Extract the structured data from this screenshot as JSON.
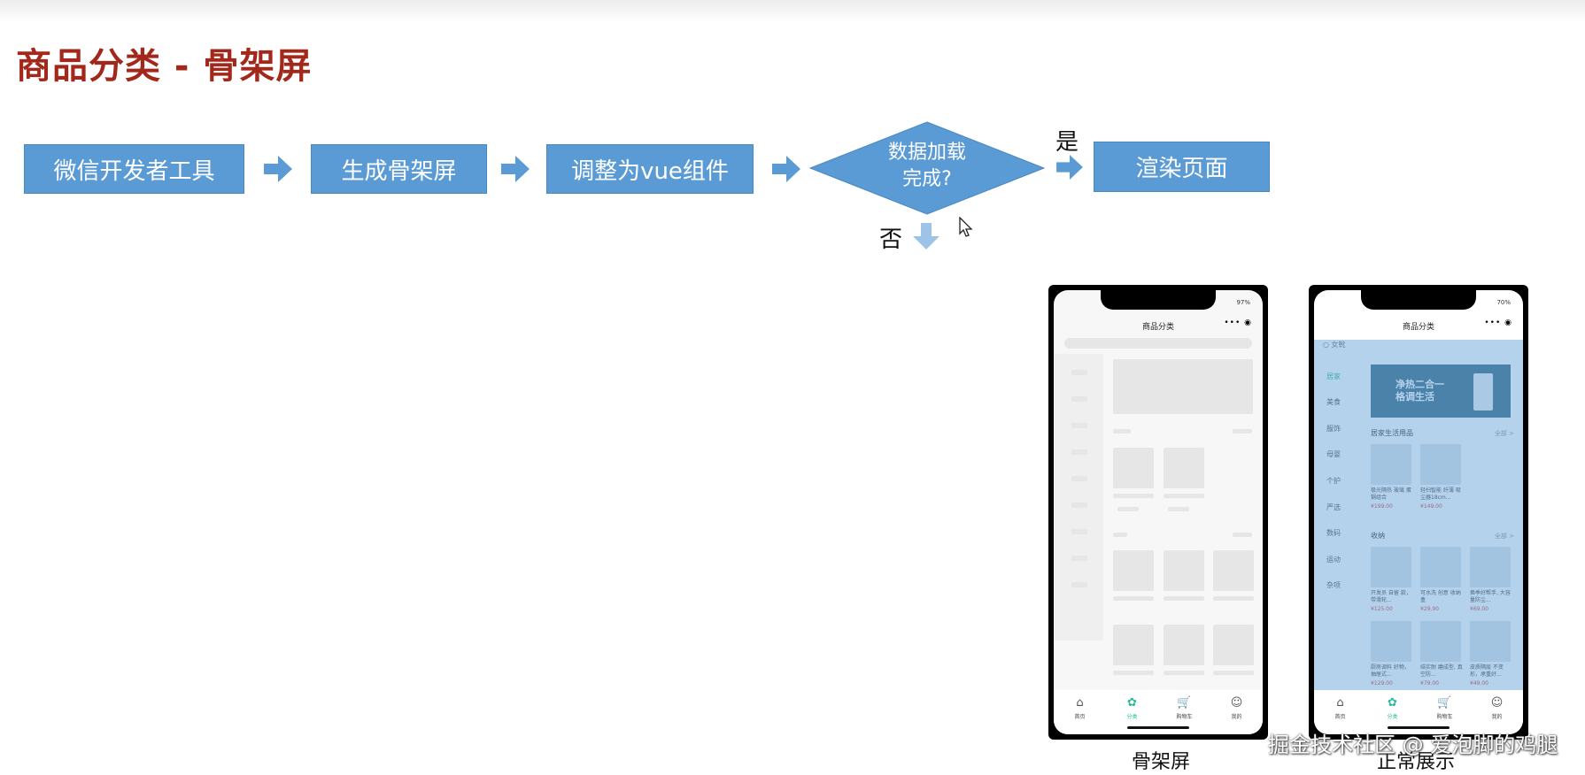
{
  "title": "商品分类 - 骨架屏",
  "flow": {
    "steps": [
      "微信开发者工具",
      "生成骨架屏",
      "调整为vue组件"
    ],
    "decision": "数据加载完成?",
    "decision_line1": "数据加载",
    "decision_line2": "完成?",
    "yes": "是",
    "no": "否",
    "result": "渲染页面",
    "colors": {
      "box": "#5b9bd5",
      "arrow": "#5b9bd5",
      "no_arrow": "#9dc3e6"
    }
  },
  "phones": {
    "skeleton": {
      "caption": "骨架屏",
      "battery": "97%",
      "page_title": "商品分类",
      "capsule": "••• ◉"
    },
    "normal": {
      "caption": "正常展示",
      "battery": "70%",
      "page_title": "商品分类",
      "capsule": "••• ◉",
      "search_placeholder": "女靴",
      "categories": [
        "居家",
        "美食",
        "服饰",
        "母婴",
        "个护",
        "严选",
        "数码",
        "运动",
        "杂项"
      ],
      "banner_text": "净热二合一 格调生活",
      "section1_title": "居家生活用品",
      "section1_more": "全部 >",
      "section1_goods": [
        {
          "name": "极光隔热 玻璃 蛋锅组合",
          "price": "¥199.00"
        },
        {
          "name": "轻扫智能 纤薄 吸尘器18cm...",
          "price": "¥149.00"
        }
      ],
      "section2_title": "收纳",
      "section2_more": "全部 >",
      "section2_goods": [
        {
          "name": "开发员 自留 款，带滑轮...",
          "price": "¥125.00"
        },
        {
          "name": "可水洗 创意 收纳盒",
          "price": "¥29.90"
        },
        {
          "name": "换季好帮手, 大容量防尘...",
          "price": "¥69.00"
        },
        {
          "name": "厨房调料 好物，抽屉式...",
          "price": "¥129.00"
        },
        {
          "name": "结实耐 磨成型, 真空防...",
          "price": "¥79.00"
        },
        {
          "name": "皮质隔层 不变形，承重好...",
          "price": "¥49.00"
        }
      ]
    },
    "tabs": [
      {
        "label": "首页",
        "icon": "home-icon"
      },
      {
        "label": "分类",
        "icon": "category-icon"
      },
      {
        "label": "购物车",
        "icon": "cart-icon"
      },
      {
        "label": "我的",
        "icon": "user-icon"
      }
    ]
  },
  "watermark": "掘金技术社区 @ 爱泡脚的鸡腿"
}
